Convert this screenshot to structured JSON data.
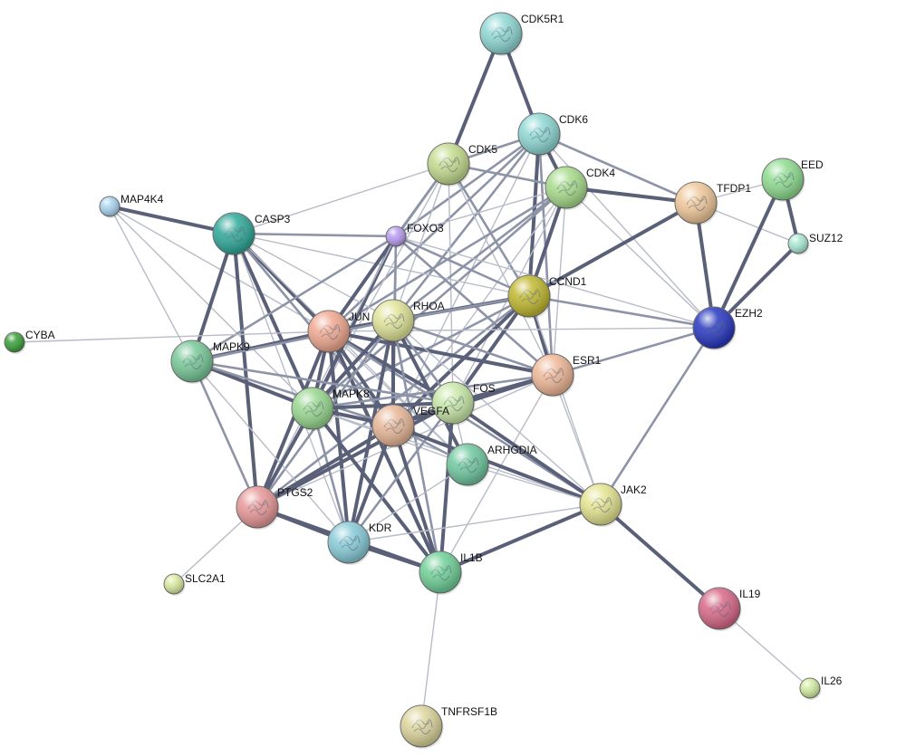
{
  "nodes": [
    {
      "id": "CDK5R1",
      "label": "CDK5R1",
      "color": "#8fd8d4",
      "size": "large"
    },
    {
      "id": "CDK6",
      "label": "CDK6",
      "color": "#8fd8d4",
      "size": "large"
    },
    {
      "id": "CDK5",
      "label": "CDK5",
      "color": "#c4dc8e",
      "size": "large"
    },
    {
      "id": "CDK4",
      "label": "CDK4",
      "color": "#a8dc8c",
      "size": "large"
    },
    {
      "id": "TFDP1",
      "label": "TFDP1",
      "color": "#f0c89a",
      "size": "large"
    },
    {
      "id": "EED",
      "label": "EED",
      "color": "#8fdc90",
      "size": "large"
    },
    {
      "id": "SUZ12",
      "label": "SUZ12",
      "color": "#a8e8d4",
      "size": "small"
    },
    {
      "id": "MAP4K4",
      "label": "MAP4K4",
      "color": "#a8d4f0",
      "size": "small"
    },
    {
      "id": "CASP3",
      "label": "CASP3",
      "color": "#2fa898",
      "size": "large"
    },
    {
      "id": "FOXO3",
      "label": "FOXO3",
      "color": "#b89cf0",
      "size": "small"
    },
    {
      "id": "CCND1",
      "label": "CCND1",
      "color": "#c0b830",
      "size": "large"
    },
    {
      "id": "EZH2",
      "label": "EZH2",
      "color": "#2838c0",
      "size": "large"
    },
    {
      "id": "CYBA",
      "label": "CYBA",
      "color": "#3aa03a",
      "size": "small"
    },
    {
      "id": "JUN",
      "label": "JUN",
      "color": "#f0a890",
      "size": "large"
    },
    {
      "id": "RHOA",
      "label": "RHOA",
      "color": "#e0e498",
      "size": "large"
    },
    {
      "id": "MAPK9",
      "label": "MAPK9",
      "color": "#78c898",
      "size": "large"
    },
    {
      "id": "ESR1",
      "label": "ESR1",
      "color": "#f0b898",
      "size": "large"
    },
    {
      "id": "MAPK8",
      "label": "MAPK8",
      "color": "#98d890",
      "size": "large"
    },
    {
      "id": "FOS",
      "label": "FOS",
      "color": "#c8e8a8",
      "size": "large"
    },
    {
      "id": "VEGFA",
      "label": "VEGFA",
      "color": "#e8b898",
      "size": "large"
    },
    {
      "id": "ARHGDIA",
      "label": "ARHGDIA",
      "color": "#70c8a0",
      "size": "large"
    },
    {
      "id": "PTGS2",
      "label": "PTGS2",
      "color": "#e89898",
      "size": "large"
    },
    {
      "id": "JAK2",
      "label": "JAK2",
      "color": "#e4e490",
      "size": "large"
    },
    {
      "id": "KDR",
      "label": "KDR",
      "color": "#88ccd8",
      "size": "large"
    },
    {
      "id": "IL1B",
      "label": "IL1B",
      "color": "#70d098",
      "size": "large"
    },
    {
      "id": "SLC2A1",
      "label": "SLC2A1",
      "color": "#d8e8a0",
      "size": "small"
    },
    {
      "id": "IL19",
      "label": "IL19",
      "color": "#d86888",
      "size": "large"
    },
    {
      "id": "IL26",
      "label": "IL26",
      "color": "#d0eca0",
      "size": "small"
    },
    {
      "id": "TNFRSF1B",
      "label": "TNFRSF1B",
      "color": "#dcd49c",
      "size": "large"
    }
  ],
  "edges": [
    {
      "source": "CDK5R1",
      "target": "CDK5",
      "weight": 3
    },
    {
      "source": "CDK5R1",
      "target": "CDK6",
      "weight": 3
    },
    {
      "source": "CDK6",
      "target": "CDK5",
      "weight": 2
    },
    {
      "source": "CDK6",
      "target": "CDK4",
      "weight": 3
    },
    {
      "source": "CDK6",
      "target": "TFDP1",
      "weight": 2
    },
    {
      "source": "CDK6",
      "target": "CCND1",
      "weight": 3
    },
    {
      "source": "CDK6",
      "target": "FOXO3",
      "weight": 2
    },
    {
      "source": "CDK6",
      "target": "JUN",
      "weight": 2
    },
    {
      "source": "CDK6",
      "target": "RHOA",
      "weight": 2
    },
    {
      "source": "CDK6",
      "target": "ESR1",
      "weight": 2
    },
    {
      "source": "CDK6",
      "target": "VEGFA",
      "weight": 1
    },
    {
      "source": "CDK6",
      "target": "EZH2",
      "weight": 1
    },
    {
      "source": "CDK5",
      "target": "CDK4",
      "weight": 2
    },
    {
      "source": "CDK5",
      "target": "CCND1",
      "weight": 2
    },
    {
      "source": "CDK5",
      "target": "FOXO3",
      "weight": 2
    },
    {
      "source": "CDK5",
      "target": "JUN",
      "weight": 2
    },
    {
      "source": "CDK5",
      "target": "RHOA",
      "weight": 1
    },
    {
      "source": "CDK5",
      "target": "CASP3",
      "weight": 1
    },
    {
      "source": "CDK5",
      "target": "MAPK8",
      "weight": 1
    },
    {
      "source": "CDK5",
      "target": "ESR1",
      "weight": 1
    },
    {
      "source": "CDK5",
      "target": "FOS",
      "weight": 1
    },
    {
      "source": "CDK4",
      "target": "TFDP1",
      "weight": 3
    },
    {
      "source": "CDK4",
      "target": "CCND1",
      "weight": 3
    },
    {
      "source": "CDK4",
      "target": "FOXO3",
      "weight": 1
    },
    {
      "source": "CDK4",
      "target": "JUN",
      "weight": 2
    },
    {
      "source": "CDK4",
      "target": "RHOA",
      "weight": 2
    },
    {
      "source": "CDK4",
      "target": "ESR1",
      "weight": 1
    },
    {
      "source": "CDK4",
      "target": "VEGFA",
      "weight": 1
    },
    {
      "source": "CDK4",
      "target": "MAPK8",
      "weight": 2
    },
    {
      "source": "CDK4",
      "target": "EZH2",
      "weight": 1
    },
    {
      "source": "CDK4",
      "target": "FOS",
      "weight": 1
    },
    {
      "source": "TFDP1",
      "target": "EED",
      "weight": 1
    },
    {
      "source": "TFDP1",
      "target": "SUZ12",
      "weight": 1
    },
    {
      "source": "TFDP1",
      "target": "EZH2",
      "weight": 3
    },
    {
      "source": "TFDP1",
      "target": "CCND1",
      "weight": 3
    },
    {
      "source": "EED",
      "target": "SUZ12",
      "weight": 3
    },
    {
      "source": "EED",
      "target": "EZH2",
      "weight": 3
    },
    {
      "source": "SUZ12",
      "target": "EZH2",
      "weight": 3
    },
    {
      "source": "MAP4K4",
      "target": "CASP3",
      "weight": 3
    },
    {
      "source": "MAP4K4",
      "target": "MAPK9",
      "weight": 1
    },
    {
      "source": "MAP4K4",
      "target": "MAPK8",
      "weight": 1
    },
    {
      "source": "MAP4K4",
      "target": "JUN",
      "weight": 1
    },
    {
      "source": "CASP3",
      "target": "FOXO3",
      "weight": 2
    },
    {
      "source": "CASP3",
      "target": "JUN",
      "weight": 3
    },
    {
      "source": "CASP3",
      "target": "MAPK9",
      "weight": 3
    },
    {
      "source": "CASP3",
      "target": "MAPK8",
      "weight": 3
    },
    {
      "source": "CASP3",
      "target": "PTGS2",
      "weight": 3
    },
    {
      "source": "CASP3",
      "target": "VEGFA",
      "weight": 2
    },
    {
      "source": "CASP3",
      "target": "RHOA",
      "weight": 1
    },
    {
      "source": "CASP3",
      "target": "ARHGDIA",
      "weight": 1
    },
    {
      "source": "CASP3",
      "target": "KDR",
      "weight": 1
    },
    {
      "source": "CASP3",
      "target": "CCND1",
      "weight": 1
    },
    {
      "source": "FOXO3",
      "target": "JUN",
      "weight": 3
    },
    {
      "source": "FOXO3",
      "target": "RHOA",
      "weight": 1
    },
    {
      "source": "FOXO3",
      "target": "CCND1",
      "weight": 2
    },
    {
      "source": "FOXO3",
      "target": "ESR1",
      "weight": 2
    },
    {
      "source": "FOXO3",
      "target": "MAPK9",
      "weight": 2
    },
    {
      "source": "FOXO3",
      "target": "MAPK8",
      "weight": 3
    },
    {
      "source": "FOXO3",
      "target": "VEGFA",
      "weight": 2
    },
    {
      "source": "FOXO3",
      "target": "EZH2",
      "weight": 1
    },
    {
      "source": "FOXO3",
      "target": "PTGS2",
      "weight": 1
    },
    {
      "source": "CCND1",
      "target": "JUN",
      "weight": 3
    },
    {
      "source": "CCND1",
      "target": "RHOA",
      "weight": 2
    },
    {
      "source": "CCND1",
      "target": "ESR1",
      "weight": 3
    },
    {
      "source": "CCND1",
      "target": "EZH2",
      "weight": 2
    },
    {
      "source": "CCND1",
      "target": "VEGFA",
      "weight": 3
    },
    {
      "source": "CCND1",
      "target": "FOS",
      "weight": 3
    },
    {
      "source": "CCND1",
      "target": "MAPK8",
      "weight": 2
    },
    {
      "source": "CCND1",
      "target": "PTGS2",
      "weight": 2
    },
    {
      "source": "CCND1",
      "target": "JAK2",
      "weight": 1
    },
    {
      "source": "EZH2",
      "target": "ESR1",
      "weight": 2
    },
    {
      "source": "EZH2",
      "target": "JAK2",
      "weight": 2
    },
    {
      "source": "EZH2",
      "target": "JUN",
      "weight": 1
    },
    {
      "source": "CYBA",
      "target": "JUN",
      "weight": 1
    },
    {
      "source": "JUN",
      "target": "RHOA",
      "weight": 3
    },
    {
      "source": "JUN",
      "target": "MAPK9",
      "weight": 3
    },
    {
      "source": "JUN",
      "target": "MAPK8",
      "weight": 3
    },
    {
      "source": "JUN",
      "target": "ESR1",
      "weight": 3
    },
    {
      "source": "JUN",
      "target": "VEGFA",
      "weight": 3
    },
    {
      "source": "JUN",
      "target": "FOS",
      "weight": 3
    },
    {
      "source": "JUN",
      "target": "PTGS2",
      "weight": 3
    },
    {
      "source": "JUN",
      "target": "KDR",
      "weight": 3
    },
    {
      "source": "JUN",
      "target": "IL1B",
      "weight": 3
    },
    {
      "source": "JUN",
      "target": "ARHGDIA",
      "weight": 1
    },
    {
      "source": "JUN",
      "target": "JAK2",
      "weight": 2
    },
    {
      "source": "RHOA",
      "target": "MAPK9",
      "weight": 2
    },
    {
      "source": "RHOA",
      "target": "MAPK8",
      "weight": 3
    },
    {
      "source": "RHOA",
      "target": "ESR1",
      "weight": 2
    },
    {
      "source": "RHOA",
      "target": "VEGFA",
      "weight": 3
    },
    {
      "source": "RHOA",
      "target": "FOS",
      "weight": 2
    },
    {
      "source": "RHOA",
      "target": "ARHGDIA",
      "weight": 3
    },
    {
      "source": "RHOA",
      "target": "PTGS2",
      "weight": 2
    },
    {
      "source": "RHOA",
      "target": "KDR",
      "weight": 3
    },
    {
      "source": "RHOA",
      "target": "IL1B",
      "weight": 2
    },
    {
      "source": "RHOA",
      "target": "JAK2",
      "weight": 1
    },
    {
      "source": "MAPK9",
      "target": "MAPK8",
      "weight": 3
    },
    {
      "source": "MAPK9",
      "target": "PTGS2",
      "weight": 2
    },
    {
      "source": "MAPK9",
      "target": "VEGFA",
      "weight": 2
    },
    {
      "source": "MAPK9",
      "target": "FOS",
      "weight": 2
    },
    {
      "source": "MAPK9",
      "target": "KDR",
      "weight": 1
    },
    {
      "source": "ESR1",
      "target": "MAPK8",
      "weight": 2
    },
    {
      "source": "ESR1",
      "target": "FOS",
      "weight": 3
    },
    {
      "source": "ESR1",
      "target": "VEGFA",
      "weight": 3
    },
    {
      "source": "ESR1",
      "target": "JAK2",
      "weight": 1
    },
    {
      "source": "ESR1",
      "target": "IL1B",
      "weight": 1
    },
    {
      "source": "ESR1",
      "target": "PTGS2",
      "weight": 1
    },
    {
      "source": "MAPK8",
      "target": "FOS",
      "weight": 3
    },
    {
      "source": "MAPK8",
      "target": "VEGFA",
      "weight": 3
    },
    {
      "source": "MAPK8",
      "target": "PTGS2",
      "weight": 3
    },
    {
      "source": "MAPK8",
      "target": "KDR",
      "weight": 2
    },
    {
      "source": "MAPK8",
      "target": "IL1B",
      "weight": 3
    },
    {
      "source": "MAPK8",
      "target": "ARHGDIA",
      "weight": 1
    },
    {
      "source": "MAPK8",
      "target": "JAK2",
      "weight": 1
    },
    {
      "source": "FOS",
      "target": "VEGFA",
      "weight": 3
    },
    {
      "source": "FOS",
      "target": "ARHGDIA",
      "weight": 1
    },
    {
      "source": "FOS",
      "target": "JAK2",
      "weight": 3
    },
    {
      "source": "FOS",
      "target": "IL1B",
      "weight": 3
    },
    {
      "source": "FOS",
      "target": "PTGS2",
      "weight": 3
    },
    {
      "source": "FOS",
      "target": "KDR",
      "weight": 2
    },
    {
      "source": "VEGFA",
      "target": "ARHGDIA",
      "weight": 2
    },
    {
      "source": "VEGFA",
      "target": "PTGS2",
      "weight": 3
    },
    {
      "source": "VEGFA",
      "target": "KDR",
      "weight": 3
    },
    {
      "source": "VEGFA",
      "target": "IL1B",
      "weight": 3
    },
    {
      "source": "VEGFA",
      "target": "JAK2",
      "weight": 3
    },
    {
      "source": "ARHGDIA",
      "target": "JAK2",
      "weight": 1
    },
    {
      "source": "ARHGDIA",
      "target": "KDR",
      "weight": 1
    },
    {
      "source": "PTGS2",
      "target": "KDR",
      "weight": 3
    },
    {
      "source": "PTGS2",
      "target": "IL1B",
      "weight": 3
    },
    {
      "source": "PTGS2",
      "target": "SLC2A1",
      "weight": 1
    },
    {
      "source": "KDR",
      "target": "IL1B",
      "weight": 3
    },
    {
      "source": "KDR",
      "target": "JAK2",
      "weight": 1
    },
    {
      "source": "IL1B",
      "target": "JAK2",
      "weight": 3
    },
    {
      "source": "IL1B",
      "target": "TNFRSF1B",
      "weight": 1
    },
    {
      "source": "JAK2",
      "target": "IL19",
      "weight": 3
    },
    {
      "source": "IL19",
      "target": "IL26",
      "weight": 1
    }
  ]
}
